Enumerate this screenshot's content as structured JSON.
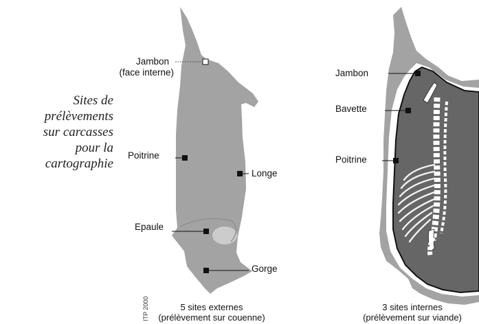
{
  "side_caption": {
    "lines": [
      "Sites de",
      "prélèvements",
      "sur carcasses",
      "pour la",
      "cartographie"
    ]
  },
  "external": {
    "labels": {
      "jambon": "Jambon",
      "jambon_sub": "(face interne)",
      "poitrine": "Poitrine",
      "longe": "Longe",
      "epaule": "Epaule",
      "gorge": "Gorge"
    },
    "caption": [
      "5 sites externes",
      "(prélèvement sur couenne)"
    ]
  },
  "internal": {
    "labels": {
      "jambon": "Jambon",
      "bavette": "Bavette",
      "poitrine": "Poitrine"
    },
    "caption": [
      "3 sites internes",
      "(prélèvement sur viande)"
    ]
  },
  "credit": "ITP 2000",
  "colors": {
    "skin": "#a3a3a3",
    "meat": "#666666",
    "rind": "#ffffff",
    "marker": "#111111"
  }
}
